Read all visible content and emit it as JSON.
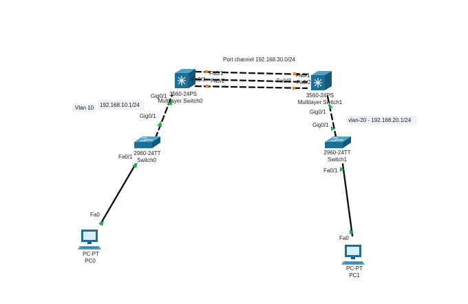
{
  "notes": {
    "port_channel": "Port channel 192.168.30.0/24",
    "vlan10": "Vlan 10",
    "vlan10_ip": "192.168.10.1/24",
    "vlan20": "vlan-20 - 192.168.20.1/24"
  },
  "devices": {
    "ml0": {
      "model": "3560-24PS",
      "name": "Multilayer Switch0"
    },
    "ml1": {
      "model": "3560-24PS",
      "name": "Multilayer Switch1"
    },
    "sw0": {
      "model": "2960-24TT",
      "name": "Switch0"
    },
    "sw1": {
      "model": "2960-24TT",
      "name": "Switch1"
    },
    "pc0": {
      "model": "PC-PT",
      "name": "PC0"
    },
    "pc1": {
      "model": "PC-PT",
      "name": "PC1"
    }
  },
  "ports": {
    "ml0_fa01": "Fa0/1",
    "ml0_fa02": "Fa0/2",
    "ml0_fa03": "Fa0/3",
    "ml1_fa01": "Fa0/1",
    "ml1_fa02": "Fa0/2",
    "ml1_fa03": "Fa0/3",
    "ml0_gig": "Gig0/1",
    "sw0_gig": "Gig0/1",
    "sw0_fa": "Fa0/1",
    "pc0_fa": "Fa0",
    "ml1_gig": "Gig0/1",
    "sw1_gig": "Gig0/1",
    "sw1_fa": "Fa0/1",
    "pc1_fa": "Fa0"
  },
  "colors": {
    "link": "#111111",
    "up_marker": "#22b14c",
    "pending_marker": "#f07f1e",
    "device_blue": "#1d6f95"
  }
}
